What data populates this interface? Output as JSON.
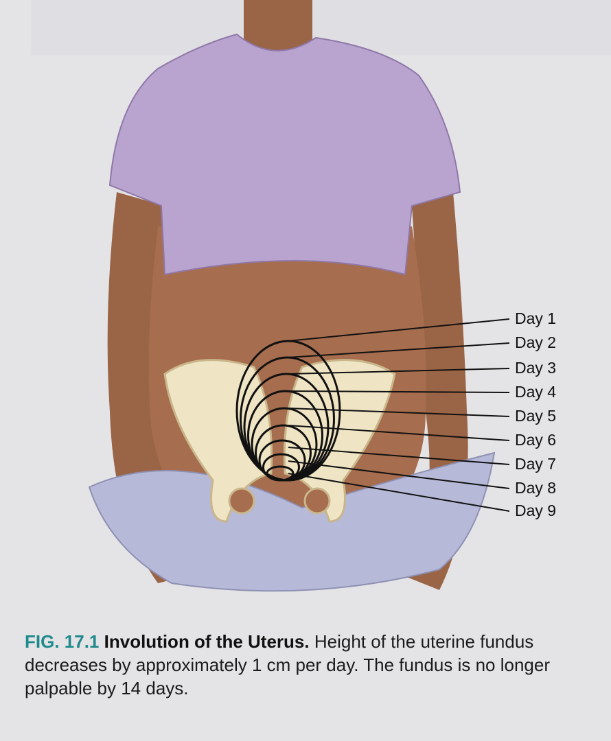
{
  "figure": {
    "number": "FIG. 17.1",
    "title": "Involution of the Uterus.",
    "caption": "Height of the uterine fundus decreases by approximately 1 cm per day. The fundus is no longer palpable by 14 days.",
    "labels": [
      "Day 1",
      "Day 2",
      "Day 3",
      "Day 4",
      "Day 5",
      "Day 6",
      "Day 7",
      "Day 8",
      "Day 9"
    ],
    "colors": {
      "figure_number": "#1f8a8c",
      "shirt": "#b9a3cf",
      "skin": "#a0694a",
      "pelvis": "#efe4c4",
      "sheet": "#b7b9d8"
    }
  }
}
